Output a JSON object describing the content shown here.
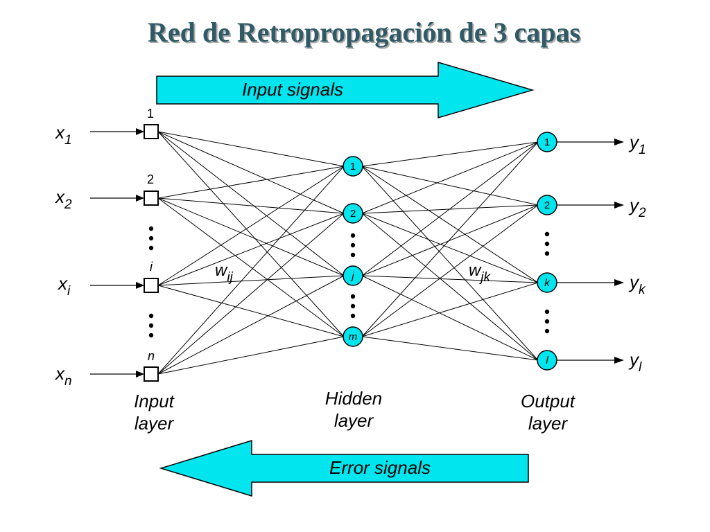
{
  "title": "Red de Retropropagación de 3 capas",
  "arrows": {
    "input_signals": "Input signals",
    "error_signals": "Error signals"
  },
  "inputs": {
    "labels": [
      {
        "base": "x",
        "sub": "1"
      },
      {
        "base": "x",
        "sub": "2"
      },
      {
        "base": "x",
        "sub": "i"
      },
      {
        "base": "x",
        "sub": "n"
      }
    ],
    "indices": [
      "1",
      "2",
      "i",
      "n"
    ]
  },
  "hidden_nodes": [
    "1",
    "2",
    "j",
    "m"
  ],
  "output_nodes": [
    "1",
    "2",
    "k",
    "l"
  ],
  "outputs": {
    "labels": [
      {
        "base": "y",
        "sub": "1"
      },
      {
        "base": "y",
        "sub": "2"
      },
      {
        "base": "y",
        "sub": "k"
      },
      {
        "base": "y",
        "sub": "l"
      }
    ]
  },
  "weights": {
    "input_hidden": {
      "base": "w",
      "sub": "ij"
    },
    "hidden_output": {
      "base": "w",
      "sub": "jk"
    }
  },
  "layers": {
    "input": [
      "Input",
      "layer"
    ],
    "hidden": [
      "Hidden",
      "layer"
    ],
    "output": [
      "Output",
      "layer"
    ]
  },
  "colors": {
    "arrow_fill": "#00e5ee",
    "node_fill": "#00e5ee",
    "title": "#2f5a66",
    "stroke": "#000000"
  }
}
